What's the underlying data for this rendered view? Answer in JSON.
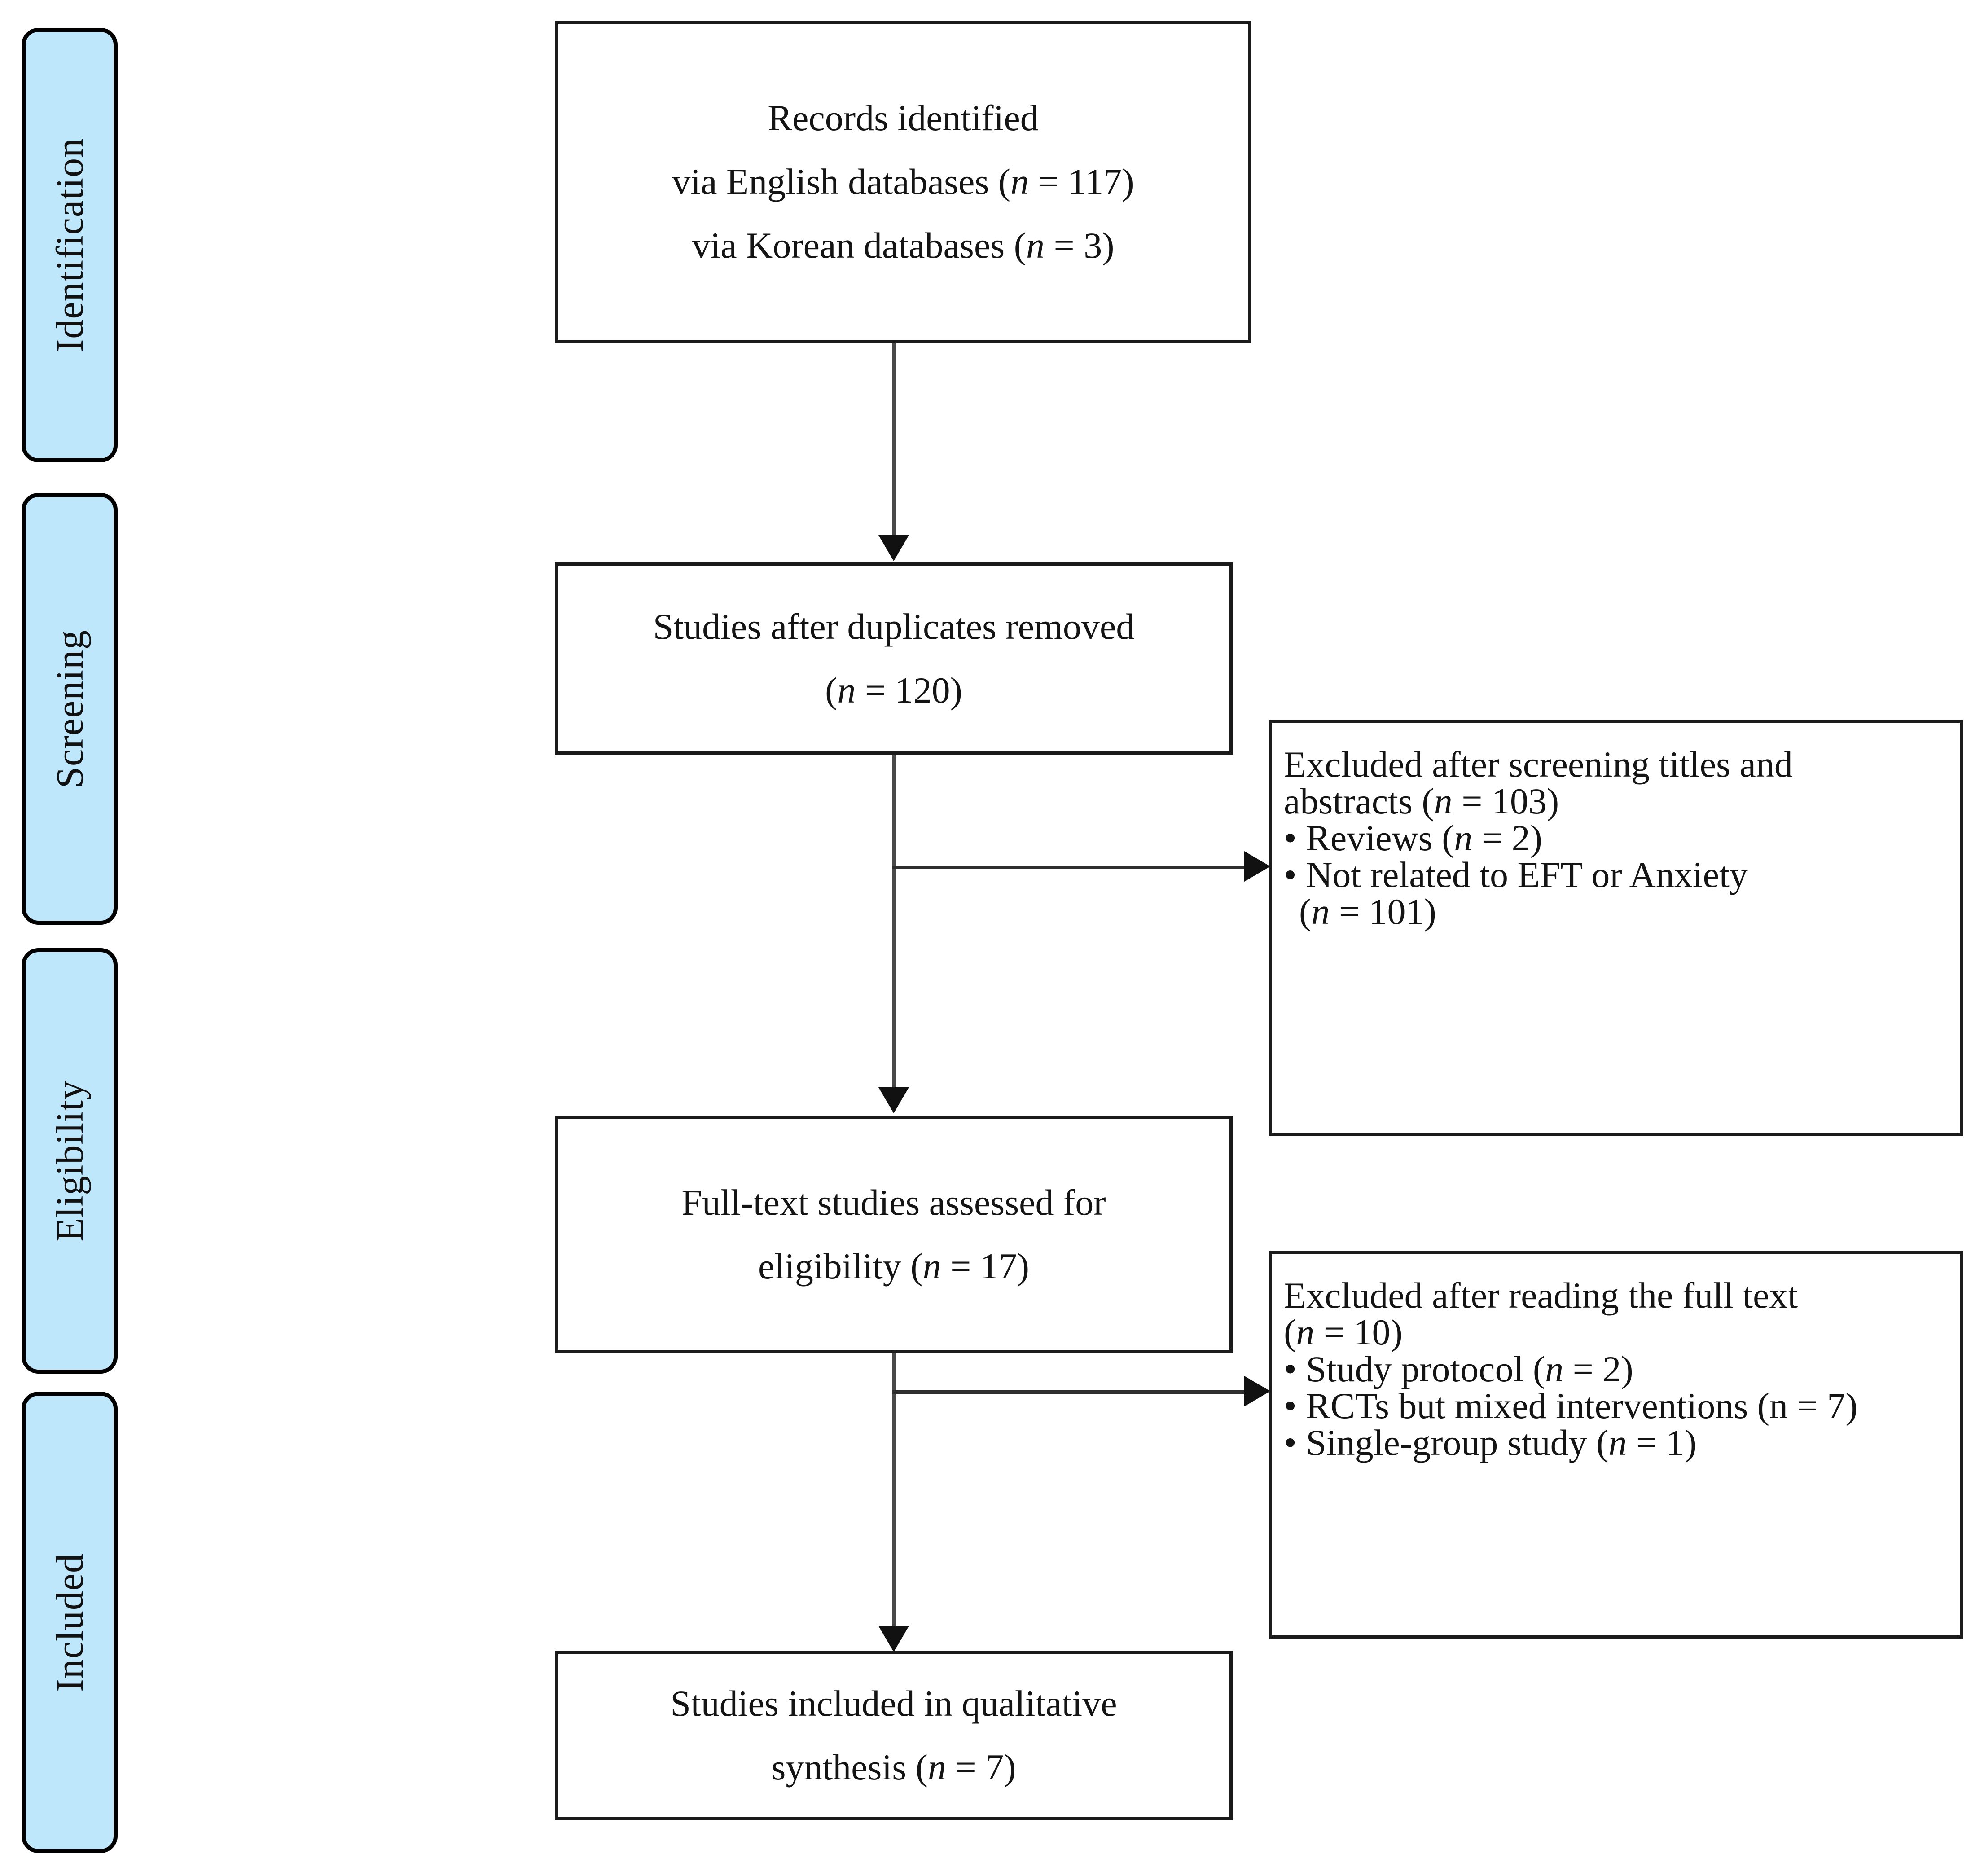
{
  "diagram": {
    "type": "prisma-flow-diagram",
    "accent_color": "#bfe7fb",
    "border_color": "#1b1b1b",
    "stages": [
      {
        "label": "Identification"
      },
      {
        "label": "Screening"
      },
      {
        "label": "Eligibility"
      },
      {
        "label": "Included"
      }
    ],
    "nodes": {
      "records_identified": {
        "line1": "Records identified",
        "line2_pre": "via English databases (",
        "line2_n": "n",
        "line2_post": " = 117)",
        "line3_pre": "via Korean databases (",
        "line3_n": "n",
        "line3_post": " = 3)"
      },
      "duplicates_removed": {
        "line1": "Studies after duplicates removed",
        "line2_pre": "(",
        "line2_n": "n",
        "line2_post": " = 120)"
      },
      "excluded_screening": {
        "line1": "Excluded after screening titles and",
        "line2_pre": "abstracts (",
        "line2_n": "n",
        "line2_post": " = 103)",
        "bullet1_pre": "• Reviews (",
        "bullet1_n": "n",
        "bullet1_post": " = 2)",
        "bullet2": "• Not related to EFT or Anxiety",
        "bullet2_cont_pre": "(",
        "bullet2_cont_n": "n",
        "bullet2_cont_post": " = 101)"
      },
      "full_text_assessed": {
        "line1": "Full-text studies assessed for",
        "line2_pre": "eligibility (",
        "line2_n": "n",
        "line2_post": " = 17)"
      },
      "excluded_fulltext": {
        "line1": "Excluded after reading the full text",
        "line2_pre": "(",
        "line2_n": "n",
        "line2_post": " = 10)",
        "bullet1_pre": "• Study protocol (",
        "bullet1_n": "n",
        "bullet1_post": " = 2)",
        "bullet2": "• RCTs but mixed interventions (n = 7)",
        "bullet3_pre": "• Single-group study (",
        "bullet3_n": "n",
        "bullet3_post": " = 1)"
      },
      "included_synthesis": {
        "line1": "Studies included in qualitative",
        "line2_pre": "synthesis (",
        "line2_n": "n",
        "line2_post": " = 7)"
      }
    }
  }
}
